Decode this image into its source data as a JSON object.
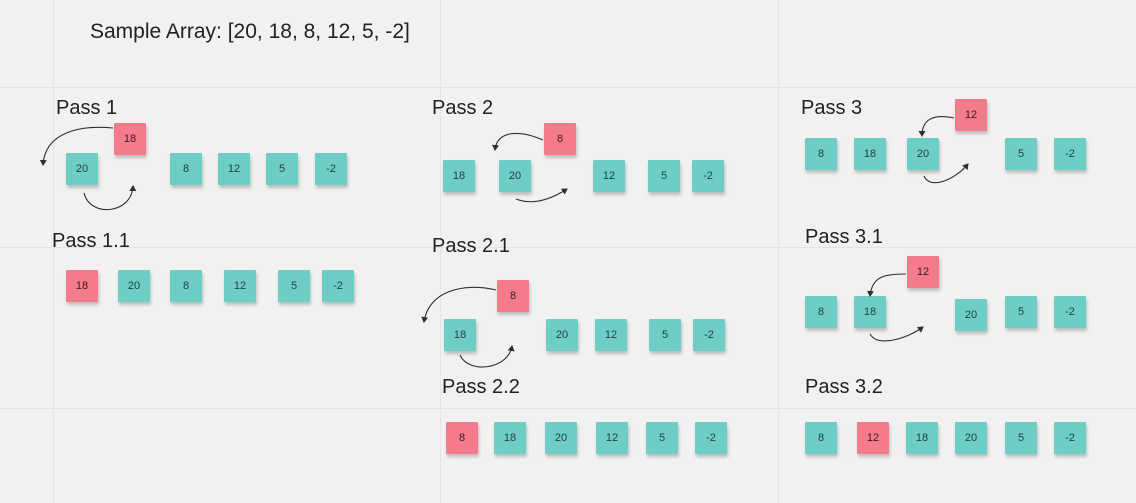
{
  "title": "Sample Array: [20, 18, 8, 12, 5, -2]",
  "colors": {
    "moved": "#f37b8b",
    "static": "#6ecdc5",
    "background": "#f1f1f1"
  },
  "panels": [
    {
      "label": "Pass 1",
      "notes": [
        {
          "v": "18",
          "c": "pink"
        },
        {
          "v": "20",
          "c": "teal"
        },
        {
          "v": "8",
          "c": "teal"
        },
        {
          "v": "12",
          "c": "teal"
        },
        {
          "v": "5",
          "c": "teal"
        },
        {
          "v": "-2",
          "c": "teal"
        }
      ]
    },
    {
      "label": "Pass 1.1",
      "notes": [
        {
          "v": "18",
          "c": "pink"
        },
        {
          "v": "20",
          "c": "teal"
        },
        {
          "v": "8",
          "c": "teal"
        },
        {
          "v": "12",
          "c": "teal"
        },
        {
          "v": "5",
          "c": "teal"
        },
        {
          "v": "-2",
          "c": "teal"
        }
      ]
    },
    {
      "label": "Pass 2",
      "notes": [
        {
          "v": "8",
          "c": "pink"
        },
        {
          "v": "18",
          "c": "teal"
        },
        {
          "v": "20",
          "c": "teal"
        },
        {
          "v": "12",
          "c": "teal"
        },
        {
          "v": "5",
          "c": "teal"
        },
        {
          "v": "-2",
          "c": "teal"
        }
      ]
    },
    {
      "label": "Pass 2.1",
      "notes": [
        {
          "v": "8",
          "c": "pink"
        },
        {
          "v": "18",
          "c": "teal"
        },
        {
          "v": "20",
          "c": "teal"
        },
        {
          "v": "12",
          "c": "teal"
        },
        {
          "v": "5",
          "c": "teal"
        },
        {
          "v": "-2",
          "c": "teal"
        }
      ]
    },
    {
      "label": "Pass 2.2",
      "notes": [
        {
          "v": "8",
          "c": "pink"
        },
        {
          "v": "18",
          "c": "teal"
        },
        {
          "v": "20",
          "c": "teal"
        },
        {
          "v": "12",
          "c": "teal"
        },
        {
          "v": "5",
          "c": "teal"
        },
        {
          "v": "-2",
          "c": "teal"
        }
      ]
    },
    {
      "label": "Pass 3",
      "notes": [
        {
          "v": "12",
          "c": "pink"
        },
        {
          "v": "8",
          "c": "teal"
        },
        {
          "v": "18",
          "c": "teal"
        },
        {
          "v": "20",
          "c": "teal"
        },
        {
          "v": "5",
          "c": "teal"
        },
        {
          "v": "-2",
          "c": "teal"
        }
      ]
    },
    {
      "label": "Pass 3.1",
      "notes": [
        {
          "v": "12",
          "c": "pink"
        },
        {
          "v": "8",
          "c": "teal"
        },
        {
          "v": "18",
          "c": "teal"
        },
        {
          "v": "20",
          "c": "teal"
        },
        {
          "v": "5",
          "c": "teal"
        },
        {
          "v": "-2",
          "c": "teal"
        }
      ]
    },
    {
      "label": "Pass 3.2",
      "notes": [
        {
          "v": "8",
          "c": "teal"
        },
        {
          "v": "12",
          "c": "pink"
        },
        {
          "v": "18",
          "c": "teal"
        },
        {
          "v": "20",
          "c": "teal"
        },
        {
          "v": "5",
          "c": "teal"
        },
        {
          "v": "-2",
          "c": "teal"
        }
      ]
    }
  ]
}
